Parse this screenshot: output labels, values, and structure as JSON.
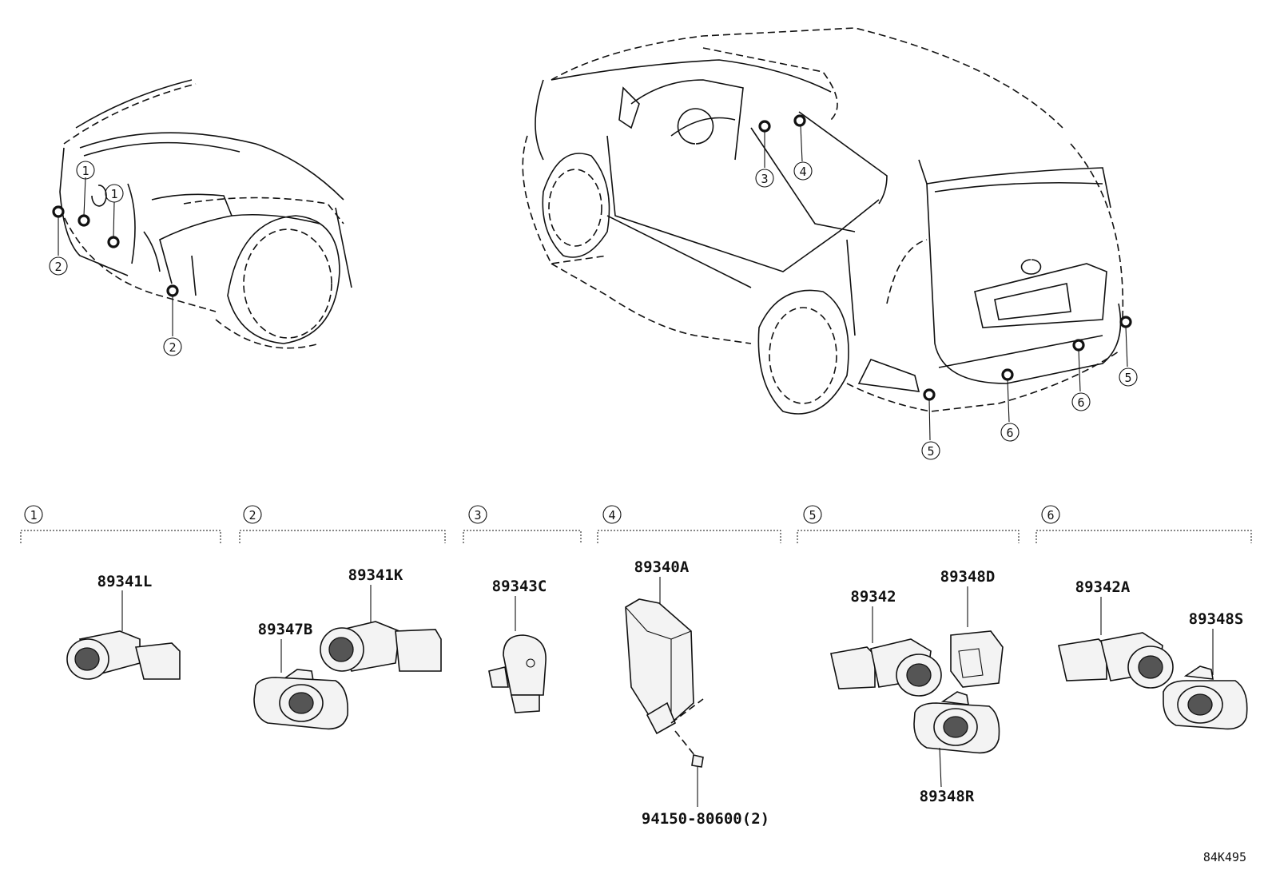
{
  "callouts": [
    "1",
    "2",
    "3",
    "4",
    "5",
    "6"
  ],
  "parts": {
    "p89341L": "89341L",
    "p89341K": "89341K",
    "p89347B": "89347B",
    "p89343C": "89343C",
    "p89340A": "89340A",
    "p94150": "94150-80600(2)",
    "p89342": "89342",
    "p89348D": "89348D",
    "p89348R": "89348R",
    "p89342A": "89342A",
    "p89348S": "89348S"
  },
  "diagram_code": "84K495"
}
